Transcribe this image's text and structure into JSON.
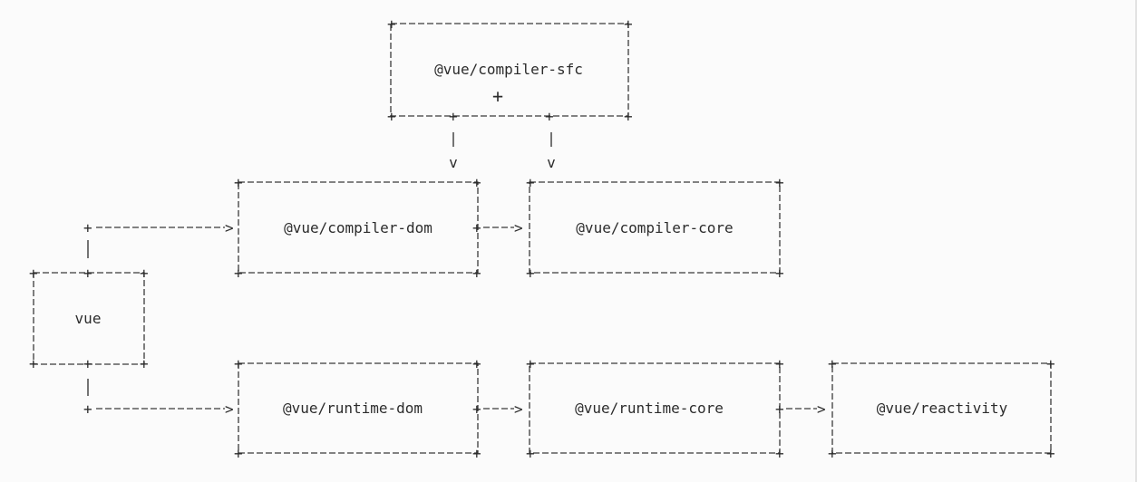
{
  "diagram": {
    "nodes": [
      {
        "id": "compiler-sfc",
        "label": "@vue/compiler-sfc",
        "extra": "+"
      },
      {
        "id": "compiler-dom",
        "label": "@vue/compiler-dom"
      },
      {
        "id": "compiler-core",
        "label": "@vue/compiler-core"
      },
      {
        "id": "vue",
        "label": "vue"
      },
      {
        "id": "runtime-dom",
        "label": "@vue/runtime-dom"
      },
      {
        "id": "runtime-core",
        "label": "@vue/runtime-core"
      },
      {
        "id": "reactivity",
        "label": "@vue/reactivity"
      }
    ],
    "edges": [
      {
        "from": "compiler-sfc",
        "to": "compiler-dom"
      },
      {
        "from": "compiler-sfc",
        "to": "compiler-core"
      },
      {
        "from": "vue",
        "to": "compiler-dom"
      },
      {
        "from": "vue",
        "to": "runtime-dom"
      },
      {
        "from": "compiler-dom",
        "to": "compiler-core"
      },
      {
        "from": "runtime-dom",
        "to": "runtime-core"
      },
      {
        "from": "runtime-core",
        "to": "reactivity"
      }
    ],
    "arrow_down_glyph": "v",
    "arrow_right_glyph": ">",
    "corner_glyph": "+"
  }
}
